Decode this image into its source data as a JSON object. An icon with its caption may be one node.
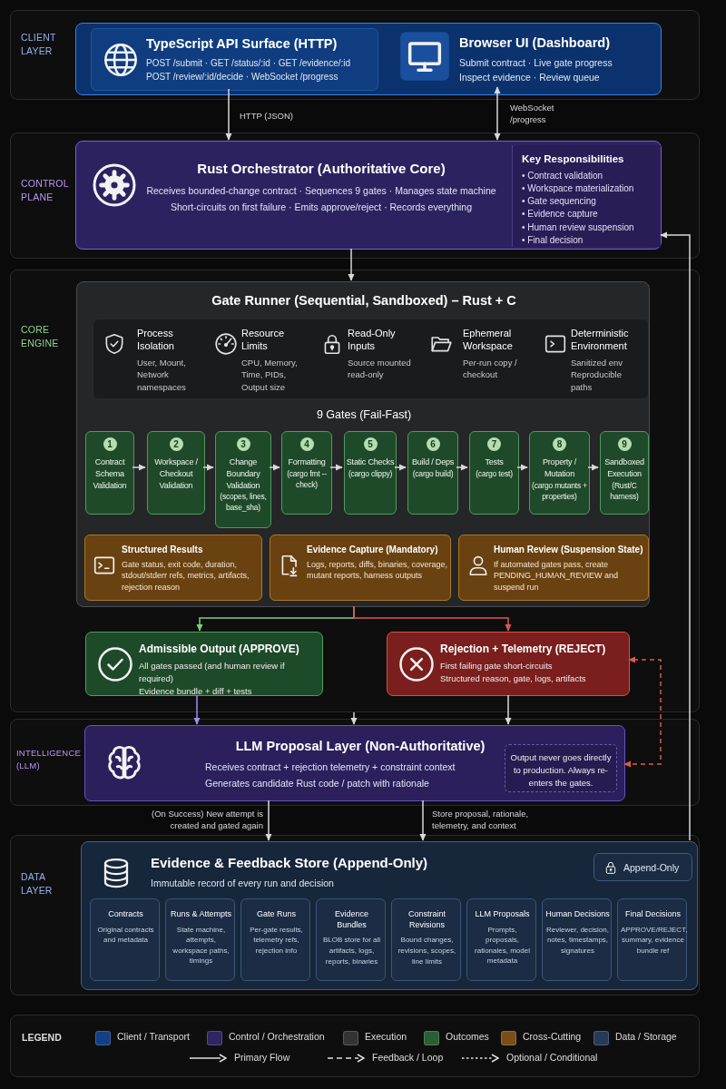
{
  "diagram": {
    "nodes": [
      {
        "text": [
          "CLIENT LAYER"
        ]
      },
      {
        "text": [],
        "shape": "box",
        "in": 0
      },
      {
        "text": [
          "TypeScript API Surface (HTTP)",
          "POST /submit · GET /status/:id · GET /evidence/:id",
          "POST /review/:id/decide · WebSocket /progress"
        ],
        "in": 1
      },
      {
        "text": [
          "Browser UI (Dashboard)",
          "Submit contract · Live gate progress",
          "Inspect evidence · Review queue"
        ],
        "in": 1
      },
      {
        "text": [
          "CONTROL PLANE"
        ]
      },
      {
        "text": [
          "Rust Orchestrator (Authoritative Core)",
          "Receives bounded-change contract · Sequences 9 gates · Manages state machine",
          "Short-circuits on first failure · Emits approve/reject · Records everything"
        ],
        "in": 4
      },
      {
        "text": [
          "Key Responsibilities",
          "• Contract validation",
          "• Workspace materialization",
          "• Gate sequencing",
          "• Evidence capture",
          "• Human review suspension",
          "• Final decision"
        ],
        "in": 5
      },
      {
        "text": [
          "CORE ENGINE"
        ]
      },
      {
        "text": [
          "Gate Runner (Sequential, Sandboxed) – Rust + C",
          "9 Gates (Fail-Fast)"
        ],
        "in": 7
      },
      {
        "text": [
          "Process Isolation",
          "User, Mount, Network namespaces",
          "Resource Limits",
          "CPU, Memory, Time, PIDs, Output size",
          "Read-Only Inputs",
          "Source mounted read-only",
          "Ephemeral Workspace",
          "Per-run copy / checkout",
          "Deterministic Environment",
          "Sanitized env Reproducible paths"
        ],
        "in": 8
      },
      {
        "text": [
          "1",
          "Contract Schema Validation"
        ],
        "in": 8
      },
      {
        "text": [
          "2",
          "Workspace / Checkout Validation"
        ],
        "in": 8
      },
      {
        "text": [
          "3",
          "Change Boundary Validation",
          "(scopes, lines, base_sha)"
        ],
        "in": 8
      },
      {
        "text": [
          "4",
          "Formatting",
          "(cargo fmt --check)"
        ],
        "in": 8
      },
      {
        "text": [
          "5",
          "Static Checks",
          "(cargo clippy)"
        ],
        "in": 8
      },
      {
        "text": [
          "6",
          "Build / Deps",
          "(cargo build)"
        ],
        "in": 8
      },
      {
        "text": [
          "7",
          "Tests",
          "(cargo test)"
        ],
        "in": 8
      },
      {
        "text": [
          "8",
          "Property / Mutation",
          "(cargo mutants + properties)"
        ],
        "in": 8
      },
      {
        "text": [
          "9",
          "Sandboxed Execution",
          "(Rust/C harness)"
        ],
        "in": 8
      },
      {
        "text": [
          "Structured Results",
          "Gate status, exit code, duration, stdout/stderr refs, metrics, artifacts, rejection reason"
        ],
        "in": 8
      },
      {
        "text": [
          "Evidence Capture (Mandatory)",
          "Logs, reports, diffs, binaries, coverage, mutant reports, harness outputs"
        ],
        "in": 8
      },
      {
        "text": [
          "Human Review (Suspension State)",
          "If automated gates pass, create PENDING_HUMAN_REVIEW and suspend run"
        ],
        "in": 8
      },
      {
        "text": [
          "**Admissible Output** (APPROVE)",
          "All gates passed (and human review if required)",
          "Evidence bundle + diff + tests"
        ],
        "in": 7
      },
      {
        "text": [
          "Rejection + Telemetry (REJECT)",
          "First failing gate short-circuits",
          "Structured reason, gate, logs, artifacts"
        ],
        "in": 7
      },
      {
        "text": [
          "INTELLIGENCE (LLM)"
        ]
      },
      {
        "text": [
          "LLM Proposal Layer (Non-Authoritative)",
          "Receives contract + rejection telemetry + constraint context",
          "Generates candidate Rust code / patch with rationale"
        ],
        "in": 24
      },
      {
        "text": [
          "Output never goes directly to production. Always re-enters the gates."
        ],
        "in": 25
      },
      {
        "text": [
          "DATA LAYER"
        ]
      },
      {
        "text": [
          "Evidence & Feedback Store (Append-Only)",
          "Immutable record of every run and decision"
        ],
        "in": 27
      },
      {
        "text": [
          "Append-Only"
        ],
        "in": 28
      },
      {
        "text": [
          "Contracts",
          "Original contracts and metadata"
        ],
        "in": 28
      },
      {
        "text": [
          "Runs & Attempts",
          "State machine, attempts, workspace paths, timings"
        ],
        "in": 28
      },
      {
        "text": [
          "Gate Runs",
          "Per-gate results, telemetry refs, rejection info"
        ],
        "in": 28
      },
      {
        "text": [
          "Evidence Bundles",
          "BLOB store for all artifacts, logs, reports, binaries"
        ],
        "in": 28
      },
      {
        "text": [
          "Constraint Revisions",
          "Bound changes, revisions, scopes, line limits"
        ],
        "in": 28
      },
      {
        "text": [
          "LLM Proposals",
          "Prompts, proposals, rationales, model metadata"
        ],
        "in": 28
      },
      {
        "text": [
          "Human Decisions",
          "Reviewer, decision, notes, timestamps, signatures"
        ],
        "in": 28
      },
      {
        "text": [
          "Final Decisions",
          "APPROVE/REJECT, summary, evidence bundle ref"
        ],
        "in": 28
      }
    ],
    "edges": [
      {
        "from": 2,
        "to": 5,
        "arrow": "to",
        "label": "HTTP (JSON)"
      },
      {
        "from": 3,
        "to": 5,
        "arrow": "both",
        "label": "WebSocket /progress"
      },
      {
        "from": 5,
        "to": 8,
        "arrow": "to"
      },
      {
        "from": 10,
        "to": 11,
        "arrow": "to"
      },
      {
        "from": 11,
        "to": 12,
        "arrow": "to"
      },
      {
        "from": 12,
        "to": 13,
        "arrow": "to"
      },
      {
        "from": 13,
        "to": 14,
        "arrow": "to"
      },
      {
        "from": 14,
        "to": 15,
        "arrow": "to"
      },
      {
        "from": 15,
        "to": 16,
        "arrow": "to"
      },
      {
        "from": 16,
        "to": 17,
        "arrow": "to"
      },
      {
        "from": 17,
        "to": 18,
        "arrow": "to"
      },
      {
        "from": 8,
        "to": 22,
        "arrow": "to",
        "color": "#7ccf7c"
      },
      {
        "from": 8,
        "to": 23,
        "arrow": "to",
        "color": "#e0574c"
      },
      {
        "from": 22,
        "to": 25,
        "arrow": "to",
        "color": "#9f8ff2"
      },
      {
        "from": 7,
        "to": 25,
        "arrow": "to"
      },
      {
        "from": 23,
        "to": 25,
        "arrow": "to"
      },
      {
        "from": 25,
        "to": 23,
        "arrow": "both",
        "style": "dashed",
        "color": "#e0574c"
      },
      {
        "from": 25,
        "to": 28,
        "arrow": "to",
        "label": "(On Success) New attempt is created and gated again"
      },
      {
        "from": 25,
        "to": 28,
        "arrow": "to",
        "label": "Store proposal, rationale, telemetry, and context"
      },
      {
        "from": 28,
        "to": 5,
        "arrow": "to"
      }
    ],
    "labels": [
      "LEGEND"
    ],
    "legend": [
      {
        "text": "Client / Transport",
        "color": "#123f86"
      },
      {
        "text": "Control / Orchestration",
        "color": "#2f2563"
      },
      {
        "text": "Execution",
        "color": "#333436"
      },
      {
        "text": "Outcomes",
        "color": "#2a5e34"
      },
      {
        "text": "Cross-Cutting",
        "color": "#7b4d17"
      },
      {
        "text": "Data / Storage",
        "color": "#263a57"
      },
      {
        "text": "Primary Flow"
      },
      {
        "text": "Feedback / Loop"
      },
      {
        "text": "Optional / Conditional"
      }
    ]
  }
}
